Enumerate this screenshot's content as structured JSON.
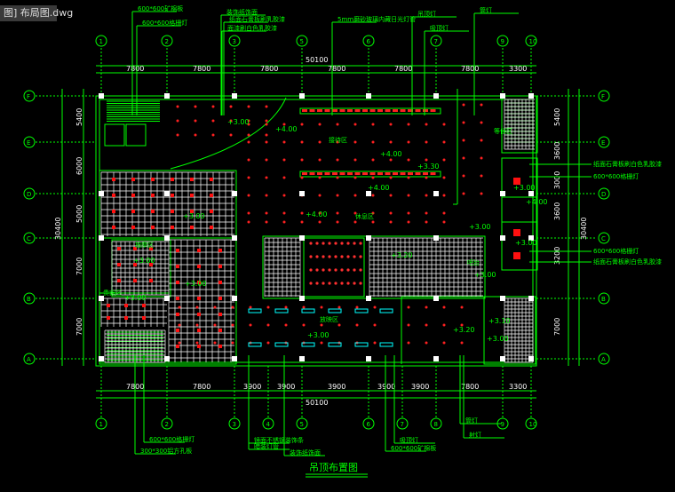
{
  "file_tab": "图] 布局图.dwg",
  "drawing_title": "吊顶布置图",
  "axes_top": [
    "1",
    "2",
    "3",
    "4",
    "5",
    "6",
    "7",
    "8",
    "9",
    "10"
  ],
  "axes_side": [
    "F",
    "E",
    "D",
    "C",
    "B",
    "A"
  ],
  "dims_top": [
    "7800",
    "7800",
    "7800",
    "7800",
    "7800",
    "7800",
    "3300"
  ],
  "dims_bottom": [
    "7800",
    "7800",
    "3900",
    "3900",
    "3900",
    "3900",
    "3900",
    "7800",
    "3300"
  ],
  "total_width": "50100",
  "dims_left": [
    "5400",
    "6000",
    "5000",
    "7000",
    "7000"
  ],
  "total_left": "30400",
  "dims_right": [
    "5400",
    "3600",
    "3000",
    "3600",
    "3200",
    "7000"
  ],
  "total_right": "30400",
  "levels": [
    "+3.00",
    "+4.00",
    "+4.00",
    "+3.30",
    "+4.00",
    "+4.00",
    "+3.00",
    "+3.00",
    "+3.00",
    "+3.00",
    "+3.00",
    "+3.20",
    "+3.00",
    "+3.20",
    "+3.00",
    "+4.00",
    "+3.10",
    "+3.00",
    "+3.00",
    "+3.00"
  ],
  "rooms": [
    "接待区",
    "休息区",
    "按摩区",
    "贵宾区",
    "放映区",
    "等候区",
    "吧台"
  ],
  "callouts_top": [
    "600*600矿棉板",
    "600*600格栅灯",
    "装饰纸饰面",
    "纸面石膏板刷乳胶漆",
    "面漆刷白色乳胶漆",
    "吊顶灯",
    "5mm磨砂玻璃内藏日光灯管",
    "吸顶灯",
    "筒灯"
  ],
  "callouts_right": [
    "纸面石膏板刷白色乳胶漆",
    "600*600格栅灯",
    "600*600格栅灯",
    "纸面石膏板刷白色乳胶漆"
  ],
  "callouts_bottom": [
    "600*600格栅灯",
    "300*300铝方孔板",
    "暗装灯管",
    "镜面不锈钢装饰条",
    "装饰纸饰面",
    "600*600矿棉板",
    "吸顶灯",
    "射灯",
    "筒灯"
  ]
}
